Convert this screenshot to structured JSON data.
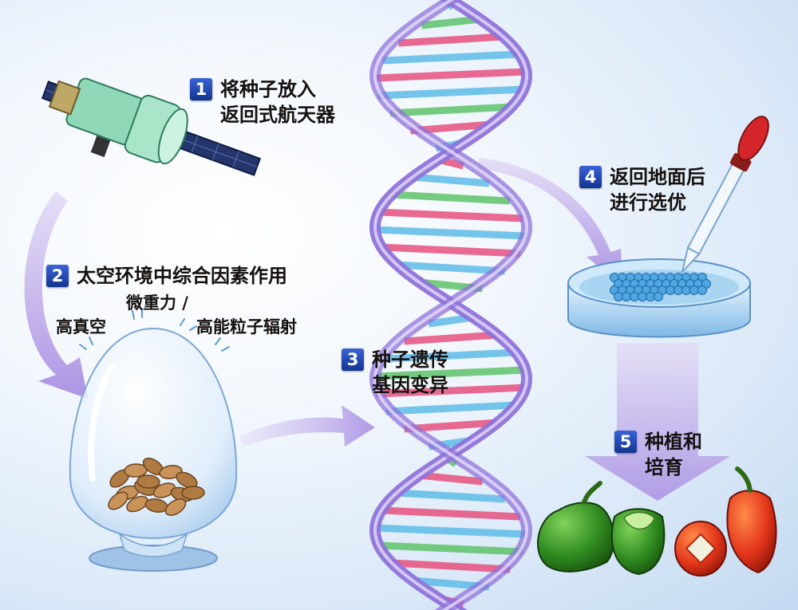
{
  "steps": [
    {
      "number": "1",
      "lines": [
        "将种子放入",
        "返回式航天器"
      ]
    },
    {
      "number": "2",
      "lines": [
        "太空环境中综合因素作用"
      ]
    },
    {
      "number": "3",
      "lines": [
        "种子遗传",
        "基因变异"
      ]
    },
    {
      "number": "4",
      "lines": [
        "返回地面后",
        "进行选优"
      ]
    },
    {
      "number": "5",
      "lines": [
        "种植和",
        "培育"
      ]
    }
  ],
  "factors": {
    "vacuum": "高真空",
    "microgravity": "微重力 /",
    "radiation": "高能粒子辐射"
  },
  "colors": {
    "badge": "#1f45b8",
    "arrow": "#b7a2e8",
    "dna_backbone": "#8f73d9",
    "dna_pair_pink": "#e7517f",
    "dna_pair_blue": "#5fbce8",
    "dna_pair_green": "#5fc46b"
  },
  "icons": [
    "satellite-icon",
    "glass-bell-jar-icon",
    "seeds-icon",
    "dna-helix-icon",
    "petri-dish-icon",
    "dropper-icon",
    "peppers-icon"
  ]
}
